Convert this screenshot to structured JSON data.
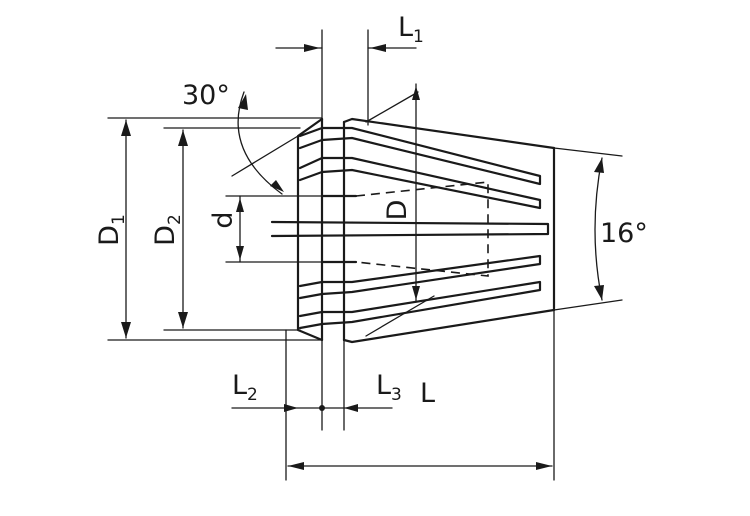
{
  "labels": {
    "L1": {
      "main": "L",
      "sub": "1"
    },
    "L2": {
      "main": "L",
      "sub": "2"
    },
    "L3": {
      "main": "L",
      "sub": "3"
    },
    "L": "L",
    "D1": {
      "main": "D",
      "sub": "1"
    },
    "D2": {
      "main": "D",
      "sub": "2"
    },
    "d": "d",
    "D": "D",
    "angle_30": "30°",
    "angle_16": "16°"
  }
}
